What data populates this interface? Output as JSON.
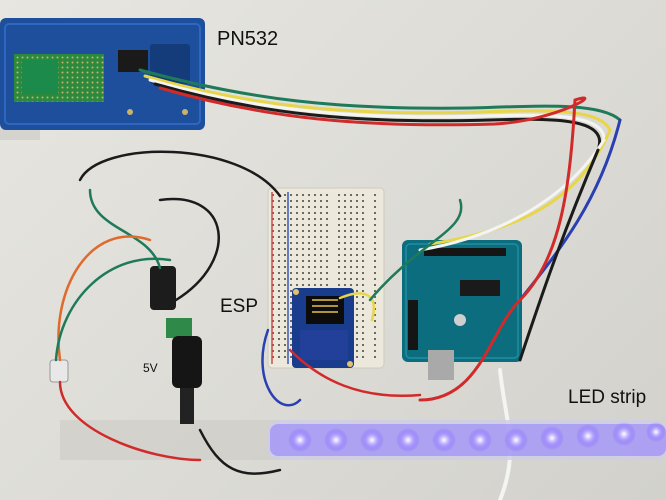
{
  "labels": {
    "pn532": "PN532",
    "esp": "ESP",
    "five_volt": "5V",
    "led_strip": "LED strip"
  },
  "colors": {
    "background": "#dedcd6",
    "pn532_board": "#1d4f9c",
    "breadboard": "#ece8dc",
    "arduino_board": "#0b6d7e",
    "esp_module": "#1a3c8c",
    "led_glow": "#7a5cff",
    "wire_red": "#d12a2a",
    "wire_black": "#1b1b1b",
    "wire_green": "#1f7a5a",
    "wire_yellow": "#e8d64a",
    "wire_white": "#f4f4f0",
    "wire_blue": "#2a3fb0",
    "wire_orange": "#e06a2c"
  },
  "components": {
    "nfc_reader": "pn532-board",
    "microcontroller": "esp-module",
    "main_board": "arduino-uno",
    "power": "dc-barrel-jack",
    "output": "led-strip"
  }
}
